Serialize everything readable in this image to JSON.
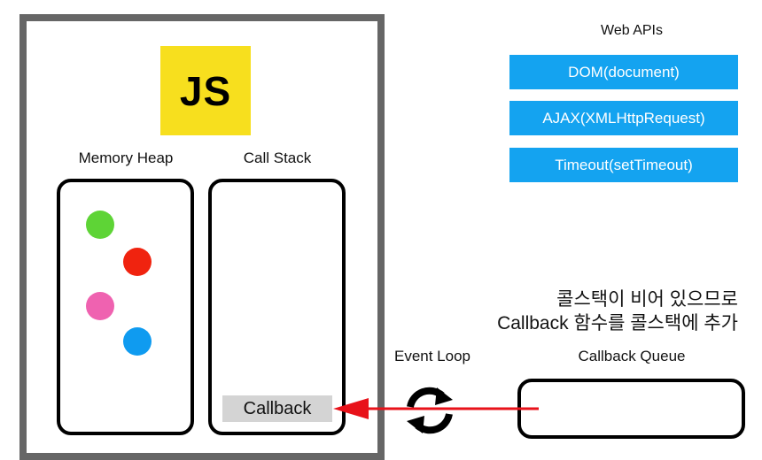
{
  "engine": {
    "logo_text": "JS",
    "memory_heap": {
      "label": "Memory Heap",
      "dots": [
        {
          "color": "#5ed436",
          "name": "green"
        },
        {
          "color": "#f0230f",
          "name": "red"
        },
        {
          "color": "#ef62b0",
          "name": "pink"
        },
        {
          "color": "#0f9bf0",
          "name": "blue"
        }
      ]
    },
    "call_stack": {
      "label": "Call Stack",
      "item": "Callback"
    }
  },
  "web_apis": {
    "title": "Web APIs",
    "items": [
      "DOM(document)",
      "AJAX(XMLHttpRequest)",
      "Timeout(setTimeout)"
    ],
    "color": "#14a3f0"
  },
  "event_loop": {
    "label": "Event Loop",
    "icon": "cycle-arrows-icon"
  },
  "callback_queue": {
    "label": "Callback Queue"
  },
  "note": {
    "line1": "콜스택이 비어 있으므로",
    "line2": "Callback 함수를 콜스택에 추가"
  },
  "arrow": {
    "color": "#e8121a",
    "icon": "arrow-left-icon"
  }
}
